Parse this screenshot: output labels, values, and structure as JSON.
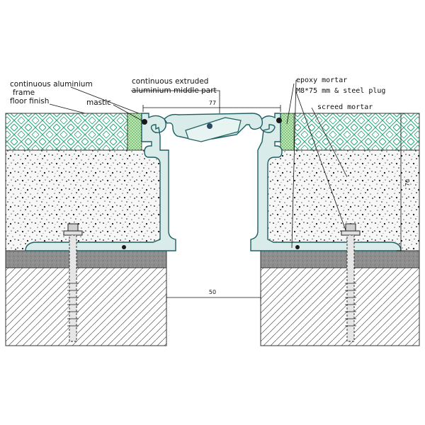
{
  "labels": {
    "continuous_aluminium": "continuous aluminium",
    "frame": "frame",
    "floor_finish": "floor finish",
    "mastic": "mastic",
    "middle_part_line1": "continuous extruded",
    "middle_part_line2": "aluminium middle part",
    "epoxy_mortar": "epoxy  mortar",
    "anchor": "M8*75 mm & steel plug",
    "screed_mortar": "screed  mortar"
  },
  "dimensions": {
    "width_top": "77",
    "gap": "50",
    "height": "70"
  },
  "colors": {
    "tile_pattern": "#2aa37a",
    "profile_fill": "#d9ece9",
    "profile_stroke": "#1e5f63",
    "mastic_fill": "#39a845",
    "concrete_dots": "#111111",
    "screed_band": "#9a9a9a"
  }
}
